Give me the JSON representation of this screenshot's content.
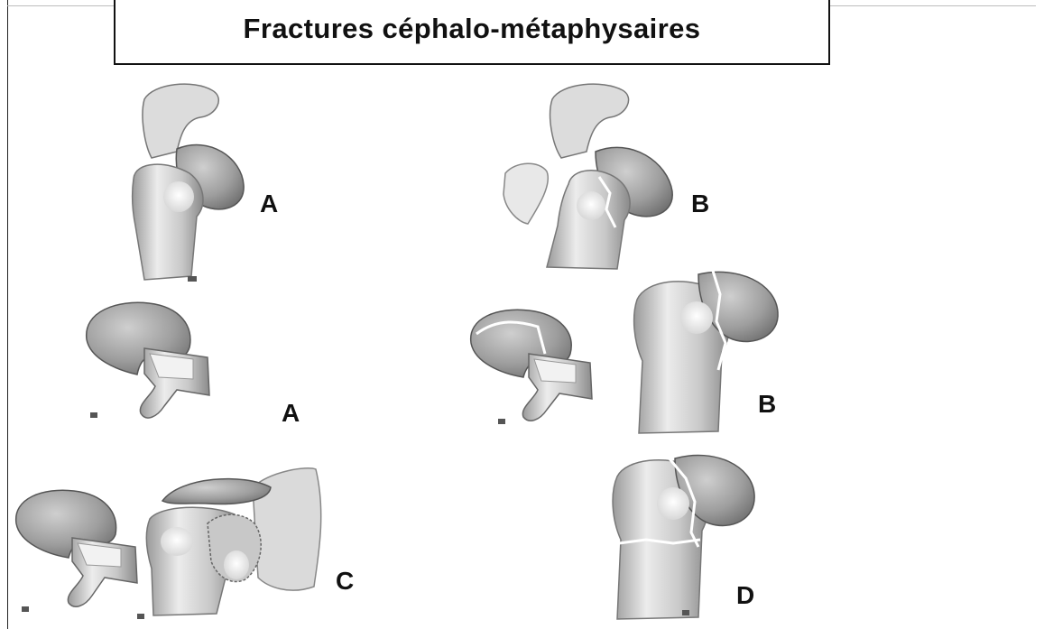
{
  "title": "Fractures céphalo-métaphysaires",
  "labels": {
    "row1_left": "A",
    "row1_right": "B",
    "row2_left": "A",
    "row2_right": "B",
    "row3_left": "C",
    "row3_right": "D"
  },
  "colors": {
    "bone_light": "#e6e6e6",
    "bone_mid": "#bdbdbd",
    "bone_dark": "#8e8e8e",
    "outline": "#5a5a5a",
    "fracture_line": "#ffffff"
  }
}
